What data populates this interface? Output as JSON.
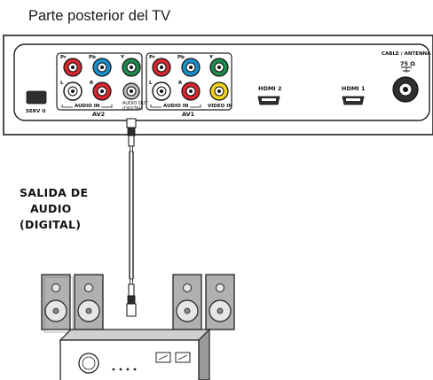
{
  "heading": "Parte posterior del TV",
  "side_label": [
    "SALIDA DE",
    "AUDIO",
    "(DIGITAL)"
  ],
  "tv_panel": {
    "serv_label": "SERV U",
    "av2": {
      "group_label": "AV2",
      "audio_in_label": "AUDIO IN",
      "jack_labels": [
        "Pr",
        "Pb",
        "Y",
        "L",
        "R"
      ]
    },
    "audio_out": [
      "AUDIO OUT",
      "(DIGITAL)"
    ],
    "av1": {
      "group_label": "AV1",
      "audio_in_label": "AUDIO IN",
      "video_in_label": "VIDEO IN",
      "jack_labels": [
        "Pr",
        "Pb",
        "Y",
        "L",
        "R"
      ]
    },
    "hdmi2_label": "HDMI 2",
    "hdmi1_label": "HDMI 1",
    "antenna_label": "CABLE / ANTENNA",
    "antenna_ohm": "75 Ω"
  },
  "colors": {
    "red": "#d7262e",
    "blue": "#1b8fc9",
    "green": "#1e8a4c",
    "yellow": "#f2d21b",
    "white": "#ffffff",
    "panel_stroke": "#222222",
    "speaker_fill": "#a8a8a8"
  }
}
